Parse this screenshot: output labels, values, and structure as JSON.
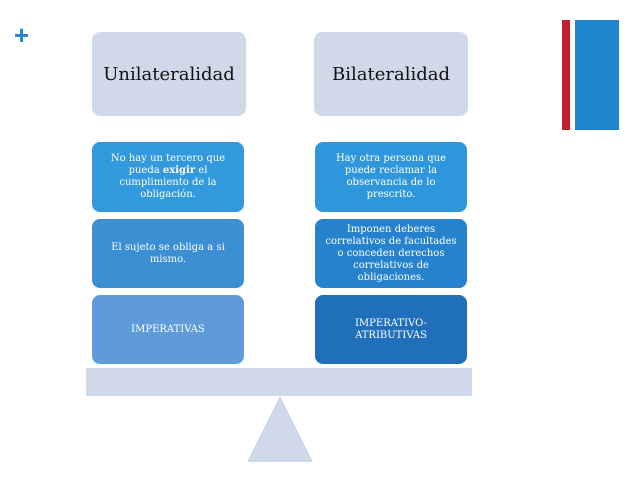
{
  "plus_symbol": "+",
  "accent": {
    "red": "#c0202c",
    "blue": "#1f86cc"
  },
  "left": {
    "title": "Unilateralidad",
    "items": [
      {
        "pre": "No hay un tercero que pueda ",
        "bold": "exigir",
        "post": " el cumplimiento de la obligación."
      },
      {
        "text": "El sujeto se obliga a si mismo."
      },
      {
        "text": "IMPERATIVAS"
      }
    ]
  },
  "right": {
    "title": "Bilateralidad",
    "items": [
      {
        "text": "Hay otra persona que puede reclamar la observancia de lo prescrito."
      },
      {
        "text": "Imponen deberes correlativos de facultades o conceden derechos correlativos de obligaciones."
      },
      {
        "text": "IMPERATIVO-ATRIBUTIVAS"
      }
    ]
  }
}
